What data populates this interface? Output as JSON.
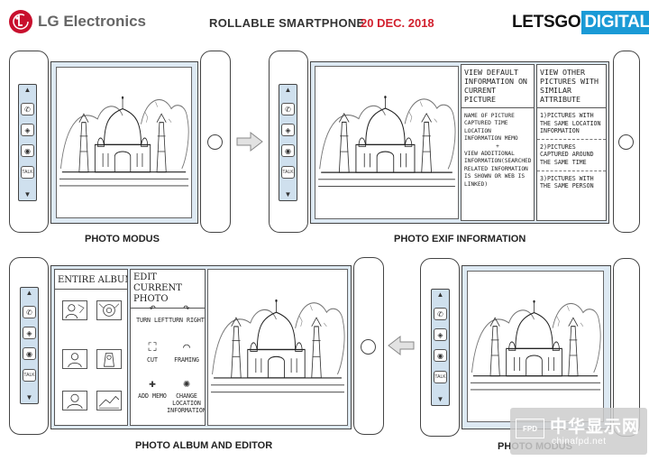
{
  "header": {
    "brand": "LG Electronics",
    "title": "ROLLABLE SMARTPHONE",
    "date": "20 DEC. 2018",
    "site_part1": "LETSGO",
    "site_part2": "DIGITAL"
  },
  "colors": {
    "lg_red": "#c8102e",
    "date_red": "#d2202e",
    "site_blue": "#1a9ad6",
    "screen_blue": "#dde9f3",
    "strip_blue": "#cfe0ee"
  },
  "strip_icons": [
    "chevron-up-icon",
    "phone-icon",
    "compass-icon",
    "camera-icon",
    "talk-icon",
    "chevron-down-icon"
  ],
  "strip": {
    "talk_label": "TALK"
  },
  "captions": {
    "top_left": "PHOTO MODUS",
    "top_right": "PHOTO EXIF INFORMATION",
    "bottom_left": "PHOTO ALBUM AND EDITOR",
    "bottom_right": "PHOTO MODUS"
  },
  "exif": {
    "left_heading": "VIEW DEFAULT INFORMATION ON CURRENT PICTURE",
    "left_body_1": "NAME OF PICTURE CAPTURED TIME LOCATION INFORMATION MEMO",
    "left_plus": "+",
    "left_body_2": "VIEW ADDITIONAL INFORMATION(SEARCHED RELATED INFORMATION IS SHOWN OR WEB IS LINKED)",
    "right_heading": "VIEW OTHER PICTURES WITH SIMILAR ATTRIBUTE",
    "right_items": [
      "1)PICTURES WITH THE SAME LOCATION INFORMATION",
      "2)PICTURES CAPTURED AROUND THE SAME TIME",
      "3)PICTURES WITH THE SAME PERSON"
    ]
  },
  "album": {
    "title": "ENTIRE ALBUM"
  },
  "editor": {
    "title": "EDIT CURRENT PHOTO",
    "tools": [
      {
        "label": "TURN LEFT",
        "icon": "rotate-left-icon"
      },
      {
        "label": "TURN RIGHT",
        "icon": "rotate-right-icon"
      },
      {
        "label": "CUT",
        "icon": "crop-icon"
      },
      {
        "label": "FRAMING",
        "icon": "framing-icon"
      },
      {
        "label": "ADD MEMO",
        "icon": "add-memo-icon"
      },
      {
        "label": "CHANGE LOCATION INFORMATION",
        "icon": "location-sun-icon"
      }
    ]
  },
  "watermark": {
    "badge": "FPD",
    "name": "中华显示网",
    "url": "chinafpd.net"
  }
}
